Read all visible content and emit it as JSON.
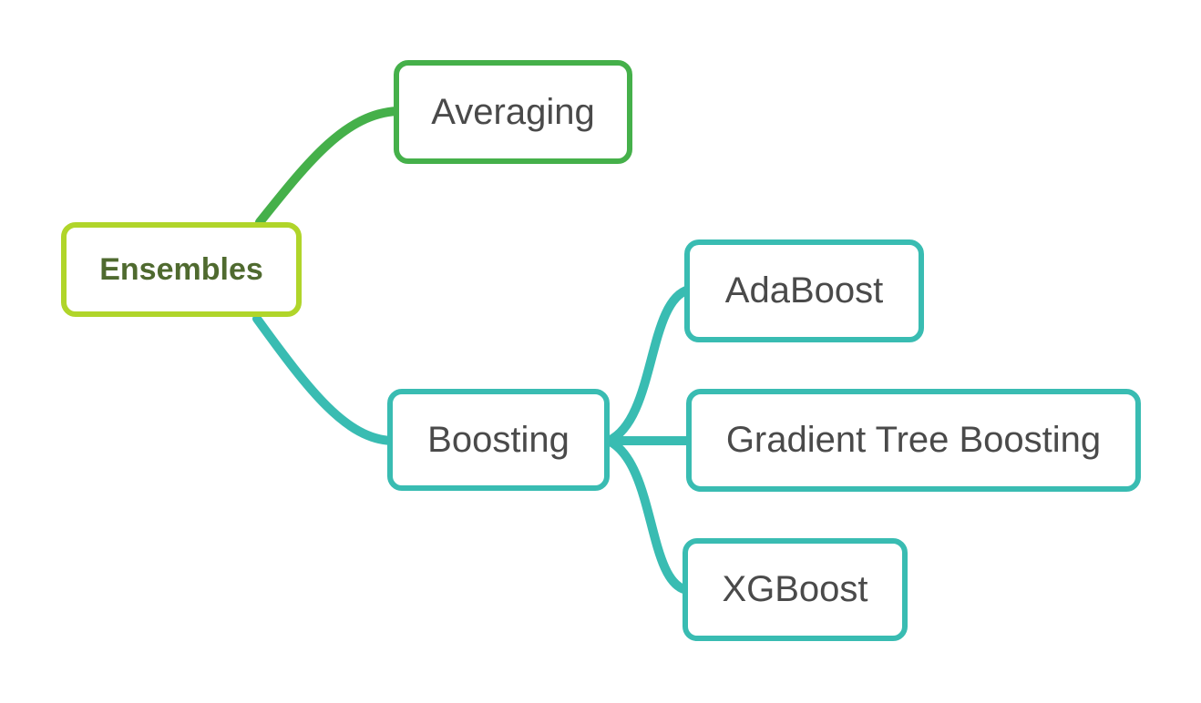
{
  "colors": {
    "root_border": "#b0d52a",
    "root_text": "#4f6a2f",
    "averaging": "#45b04a",
    "boosting": "#39bcb2",
    "node_text": "#4a4a4a"
  },
  "root": {
    "label": "Ensembles"
  },
  "branches": [
    {
      "label": "Averaging",
      "children": []
    },
    {
      "label": "Boosting",
      "children": [
        {
          "label": "AdaBoost"
        },
        {
          "label": "Gradient Tree Boosting"
        },
        {
          "label": "XGBoost"
        }
      ]
    }
  ]
}
